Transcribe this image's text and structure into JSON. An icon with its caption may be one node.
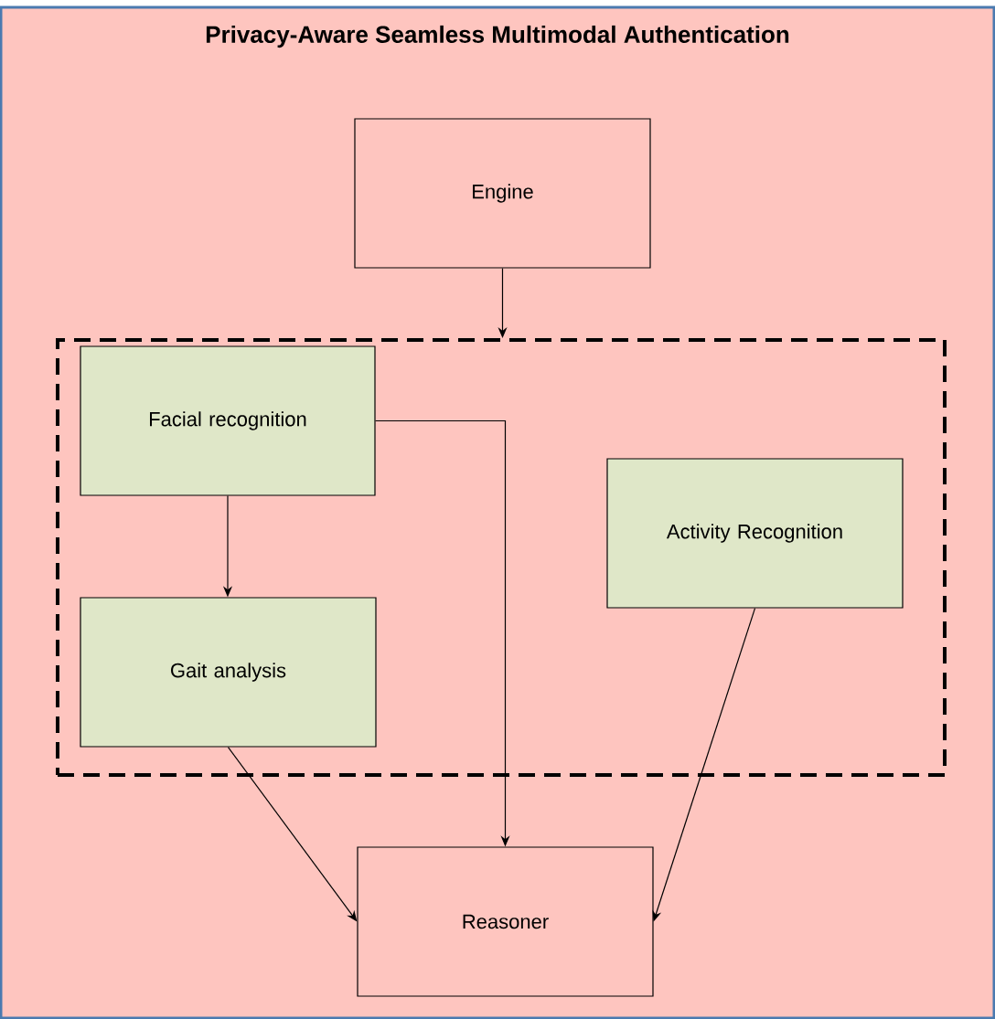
{
  "diagram": {
    "title": "Privacy-Aware Seamless Multimodal Authentication",
    "nodes": [
      {
        "text": [
          "Engine"
        ]
      },
      {
        "text": [],
        "shape": "box"
      },
      {
        "text": [
          "Facial recognition"
        ],
        "in": 1
      },
      {
        "text": [
          "Gait analysis"
        ],
        "in": 1
      },
      {
        "text": [
          "Activity Recognition"
        ],
        "in": 1
      },
      {
        "text": [
          "Reasoner"
        ]
      }
    ],
    "edges": [
      {
        "from": 0,
        "to": 1,
        "arrow": "to"
      },
      {
        "from": 2,
        "to": 3,
        "arrow": "to"
      },
      {
        "from": 2,
        "to": 5,
        "arrow": "to"
      },
      {
        "from": 3,
        "to": 5,
        "arrow": "to"
      },
      {
        "from": 4,
        "to": 5,
        "arrow": "to"
      }
    ]
  }
}
